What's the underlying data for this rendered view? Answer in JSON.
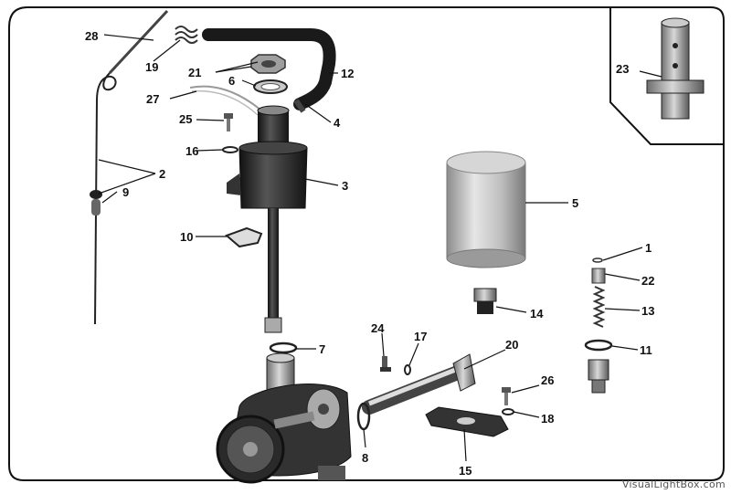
{
  "diagram": {
    "parts": [
      {
        "id": "p1",
        "label": "1"
      },
      {
        "id": "p2",
        "label": "2"
      },
      {
        "id": "p3",
        "label": "3"
      },
      {
        "id": "p4",
        "label": "4"
      },
      {
        "id": "p5",
        "label": "5"
      },
      {
        "id": "p6",
        "label": "6"
      },
      {
        "id": "p7",
        "label": "7"
      },
      {
        "id": "p8",
        "label": "8"
      },
      {
        "id": "p9",
        "label": "9"
      },
      {
        "id": "p10",
        "label": "10"
      },
      {
        "id": "p11",
        "label": "11"
      },
      {
        "id": "p12",
        "label": "12"
      },
      {
        "id": "p13",
        "label": "13"
      },
      {
        "id": "p14",
        "label": "14"
      },
      {
        "id": "p15",
        "label": "15"
      },
      {
        "id": "p16",
        "label": "16"
      },
      {
        "id": "p17",
        "label": "17"
      },
      {
        "id": "p18",
        "label": "18"
      },
      {
        "id": "p19",
        "label": "19"
      },
      {
        "id": "p20",
        "label": "20"
      },
      {
        "id": "p21",
        "label": "21"
      },
      {
        "id": "p22",
        "label": "22"
      },
      {
        "id": "p23",
        "label": "23"
      },
      {
        "id": "p24",
        "label": "24"
      },
      {
        "id": "p25",
        "label": "25"
      },
      {
        "id": "p26",
        "label": "26"
      },
      {
        "id": "p27",
        "label": "27"
      },
      {
        "id": "p28",
        "label": "28"
      }
    ]
  },
  "watermark": "VisualLightBox.com",
  "colors": {
    "ink": "#111111",
    "paper": "#ffffff",
    "filter": "#bfbfbf",
    "metal": "#9a9a9a"
  }
}
